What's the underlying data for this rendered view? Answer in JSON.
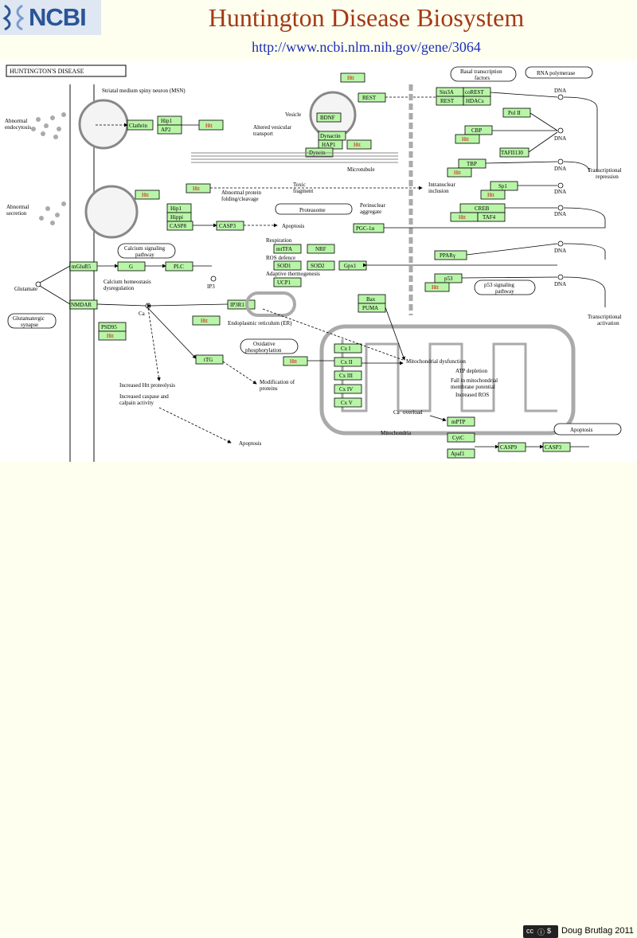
{
  "header": {
    "logo_text": "NCBI",
    "title": "Huntington Disease Biosystem",
    "url": "http://www.ncbi.nlm.nih.gov/gene/3064"
  },
  "footer": {
    "license_icon": "creative-commons-by-icon",
    "author": "Doug Brutlag 2011"
  },
  "diagram": {
    "title": "HUNTINGTON'S DISEASE",
    "labels": {
      "msn": "Striatal medium spiny neuron (MSN)",
      "abn_endocytosis_1": "Abnormal",
      "abn_endocytosis_2": "endocytosis",
      "vesicle": "Vesicle",
      "altered_1": "Altered vesicular",
      "altered_2": "transport",
      "microtubule": "Microtubule",
      "toxic_1": "Toxic",
      "toxic_2": "fragment",
      "abn_folding_1": "Abnormal protein",
      "abn_folding_2": "folding/cleavage",
      "proteasome": "Proteasome",
      "perinuclear_1": "Perinuclear",
      "perinuclear_2": "aggregate",
      "intranuclear_1": "Intranuclear",
      "intranuclear_2": "inclusion",
      "abn_secretion_1": "Abnormal",
      "abn_secretion_2": "secretion",
      "apoptosis_1": "Apoptosis",
      "calcium_path_1": "Calcium signaling",
      "calcium_path_2": "pathway",
      "calcium_homeo_1": "Calcium homeostasis",
      "calcium_homeo_2": "dysregulation",
      "ip3": "IP3",
      "glutamate": "Glutamate",
      "glut_syn_1": "Glutamatergic",
      "glut_syn_2": "synapse",
      "ca2": "Ca",
      "respiration": "Respiration",
      "ros_defence": "ROS defence",
      "adaptive": "Adaptive thermogenesis",
      "er": "Endoplasmic reticulum (ER)",
      "oxphos_1": "Oxidative",
      "oxphos_2": "phosphorylation",
      "mod_prot_1": "Modification of",
      "mod_prot_2": "proteins",
      "inc_proteolysis": "Increased Htt proteolysis",
      "inc_caspase_1": "Increased caspase and",
      "inc_caspase_2": "calpain activity",
      "apoptosis_2": "Apoptosis",
      "mito_dys": "Mitochondrial dysfunction",
      "atp_dep": "ATP depletion",
      "fall_mmp_1": "Fall in mitochondrial",
      "fall_mmp_2": "membrane potential",
      "inc_ros": "Increased ROS",
      "ca_overload": "Ca",
      "ca_overload_2": "overload",
      "mitochondria": "Mitochondria",
      "apoptosis_3": "Apoptosis",
      "basal_tf_1": "Basal transcription",
      "basal_tf_2": "factors",
      "rna_pol": "RNA polymerase",
      "dna": "DNA",
      "trans_rep_1": "Transcriptional",
      "trans_rep_2": "repression",
      "p53_1": "p53 signaling",
      "p53_2": "pathway",
      "trans_act_1": "Transcriptional",
      "trans_act_2": "activation"
    },
    "genes": {
      "clathrin": "Clathrin",
      "hip1_a": "Hip1",
      "ap2": "AP2",
      "htt_a": "Htt",
      "bdnf": "BDNF",
      "dynactin": "Dynactin",
      "hap1": "HAP1",
      "htt_b": "Htt",
      "dynein": "Dynein",
      "htt_c": "Htt",
      "htt_d": "Htt",
      "hip1_b": "Hip1",
      "hippi": "Hippi",
      "casp8": "CASP8",
      "casp3_a": "CASP3",
      "htt_top": "Htt",
      "rest_a": "REST",
      "mglur5": "mGluR5",
      "gq": "G",
      "plc": "PLC",
      "nmdar": "NMDAR",
      "ip3r1": "IP3R1",
      "htt_e": "Htt",
      "psd95": "PSD95",
      "htt_f": "Htt",
      "tf3": "tTG",
      "mttfa": "mtTFA",
      "nrf": "NRF",
      "sod1": "SOD1",
      "sod2": "SOD2",
      "gpx1": "Gpx1",
      "ucp1": "UCP1",
      "bax": "Bax",
      "puma": "PUMA",
      "htt_g": "Htt",
      "cxi": "Cx I",
      "cxii": "Cx II",
      "cxiii": "Cx III",
      "cxiv": "Cx IV",
      "cxv": "Cx V",
      "mptp": "mPTP",
      "cytc": "CytC",
      "apaf1": "Apaf1",
      "casp9": "CASP9",
      "casp3_b": "CASP3",
      "sin3a": "Sin3A",
      "corest": "coREST",
      "rest_b": "REST",
      "hdacs": "HDACs",
      "pol2": "Pol II",
      "cbp": "CBP",
      "htt_h": "Htt",
      "tafii130": "TAFII130",
      "tbp": "TBP",
      "htt_i": "Htt",
      "sp1": "Sp1",
      "htt_j": "Htt",
      "creb": "CREB",
      "htt_k": "Htt",
      "taf4": "TAF4",
      "pgc1a": "PGC-1α",
      "ppary": "PPARγ",
      "p53": "p53",
      "htt_l": "Htt"
    },
    "colors": {
      "gene_fill": "#b9f5a8",
      "htt_text": "#d00000",
      "title_color": "#a33a16",
      "url_color": "#1a2fb6"
    }
  }
}
